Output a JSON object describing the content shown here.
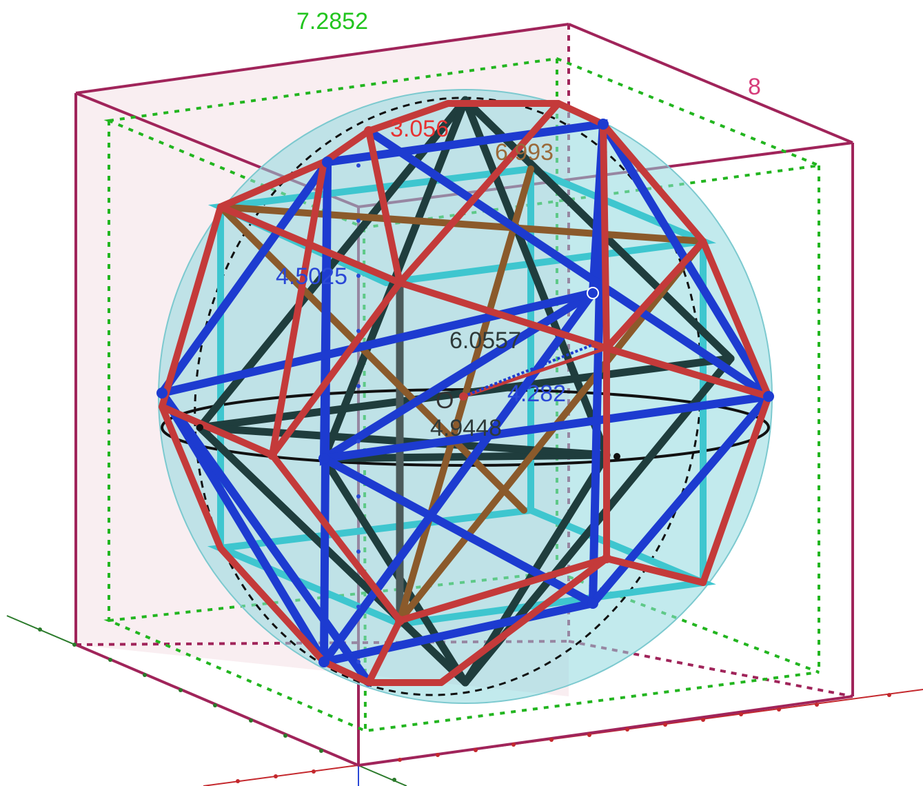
{
  "labels": {
    "green_cube_edge": "7.2852",
    "outer_cube_edge": "8",
    "red_edge": "3.056",
    "brown_edge": "6.993",
    "blue_edge": "4.5025",
    "dark_chord": "6.0557",
    "radius_blue": "4.282",
    "radius_dark": "4.9448",
    "origin": "O"
  },
  "colors": {
    "outer_cube": "#a0245a",
    "green_cube": "#22b51f",
    "red_frame": "#c43a3a",
    "blue_frame": "#1d3bd0",
    "dark_frame": "#1f3d3d",
    "cyan_frame": "#3ec6cf",
    "brown_frame": "#8b5a2b",
    "sphere_fill": "#8fd9df",
    "axis_x": "#c4282d",
    "axis_y": "#2a7a2a",
    "axis_z": "#2a48d6"
  }
}
